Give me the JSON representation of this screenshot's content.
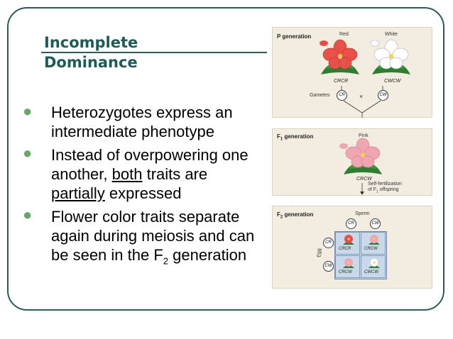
{
  "slide": {
    "title_line1": "Incomplete",
    "title_line2": "Dominance",
    "bullets": [
      {
        "parts": [
          "Heterozygotes express an intermediate phenotype"
        ]
      },
      {
        "parts": [
          "Instead of overpowering one another, ",
          "both",
          " traits are ",
          "partially",
          " expressed"
        ]
      },
      {
        "parts": [
          "Flower color traits separate again during meiosis and can be seen in the F",
          "2",
          " generation"
        ]
      }
    ]
  },
  "figure": {
    "p_panel": {
      "label": "P generation",
      "red": "Red",
      "white": "White",
      "geno_red": "CRCR",
      "geno_white": "CWCW",
      "gametes": "Gametes",
      "gamete_r": "CR",
      "gamete_w": "CW",
      "cross": "×"
    },
    "f1_panel": {
      "label": "F1 generation",
      "pink": "Pink",
      "geno": "CRCW",
      "selfing_line1": "Self-fertilization",
      "selfing_line2": "of F1 offspring"
    },
    "f2_panel": {
      "label": "F2 generation",
      "sperm": "Sperm",
      "egg": "Egg",
      "sperm_r": "CR",
      "sperm_w": "CW",
      "egg_r": "CR",
      "egg_w": "CW",
      "cells": [
        "CRCR",
        "CRCW",
        "CRCW",
        "CWCW"
      ]
    },
    "colors": {
      "red_flower": "#e8504a",
      "white_flower": "#ffffff",
      "pink_flower": "#f0a6b2",
      "leaf": "#2f7d32",
      "panel_bg": "#f2ede0"
    }
  }
}
